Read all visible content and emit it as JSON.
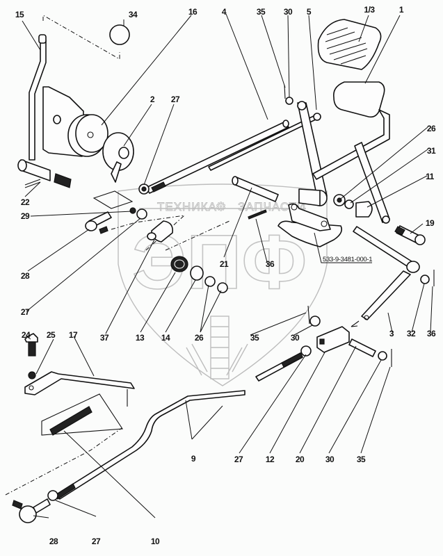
{
  "diagram": {
    "type": "exploded-parts-diagram",
    "reference_number": "533-9-3481-000-1",
    "watermark": {
      "top_left": "ТЕХНИКА",
      "top_right": "ЗАПЧАСТИ",
      "logo": "ЭПФ",
      "gear_icon": "⚙"
    },
    "callouts": [
      {
        "id": "c15a",
        "label": "15"
      },
      {
        "id": "c34",
        "label": "34"
      },
      {
        "id": "c16",
        "label": "16"
      },
      {
        "id": "c4",
        "label": "4"
      },
      {
        "id": "c35a",
        "label": "35"
      },
      {
        "id": "c30a",
        "label": "30"
      },
      {
        "id": "c5",
        "label": "5"
      },
      {
        "id": "c13a",
        "label": "1/3"
      },
      {
        "id": "c1",
        "label": "1"
      },
      {
        "id": "c2",
        "label": "2"
      },
      {
        "id": "c27a",
        "label": "27"
      },
      {
        "id": "c26a",
        "label": "26"
      },
      {
        "id": "c31",
        "label": "31"
      },
      {
        "id": "c11",
        "label": "11"
      },
      {
        "id": "c22",
        "label": "22"
      },
      {
        "id": "c29",
        "label": "29"
      },
      {
        "id": "c19",
        "label": "19"
      },
      {
        "id": "c28a",
        "label": "28"
      },
      {
        "id": "c21",
        "label": "21"
      },
      {
        "id": "c36a",
        "label": "36"
      },
      {
        "id": "c27b",
        "label": "27"
      },
      {
        "id": "c37",
        "label": "37"
      },
      {
        "id": "c13",
        "label": "13"
      },
      {
        "id": "c14",
        "label": "14"
      },
      {
        "id": "c26b",
        "label": "26"
      },
      {
        "id": "c35b",
        "label": "35"
      },
      {
        "id": "c30b",
        "label": "30"
      },
      {
        "id": "c3",
        "label": "3"
      },
      {
        "id": "c32",
        "label": "32"
      },
      {
        "id": "c36b",
        "label": "36"
      },
      {
        "id": "c24",
        "label": "24"
      },
      {
        "id": "c25",
        "label": "25"
      },
      {
        "id": "c17",
        "label": "17"
      },
      {
        "id": "c9",
        "label": "9"
      },
      {
        "id": "c27c",
        "label": "27"
      },
      {
        "id": "c12",
        "label": "12"
      },
      {
        "id": "c20",
        "label": "20"
      },
      {
        "id": "c30c",
        "label": "30"
      },
      {
        "id": "c35c",
        "label": "35"
      },
      {
        "id": "c28b",
        "label": "28"
      },
      {
        "id": "c27d",
        "label": "27"
      },
      {
        "id": "c10",
        "label": "10"
      }
    ]
  }
}
